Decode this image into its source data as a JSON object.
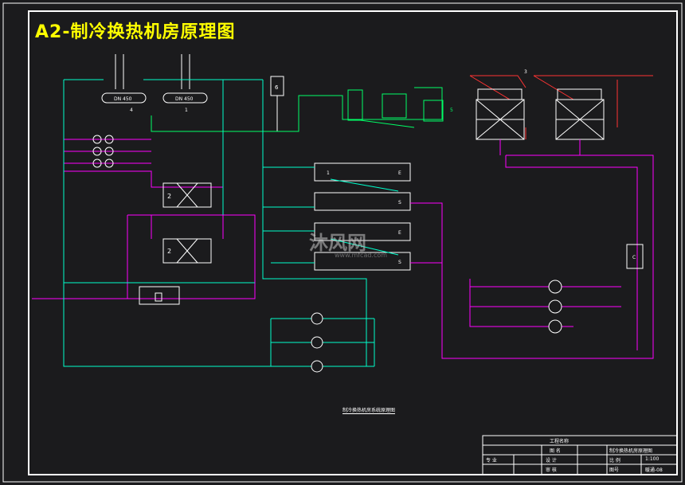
{
  "drawing_title": "A2-制冷换热机房原理图",
  "caption": "制冷换热机房系统原理图",
  "watermark": {
    "text": "沐风网",
    "sub": "www.mfcad.com"
  },
  "equipment": {
    "dn_left": "DN 450",
    "dn_right": "DN 450",
    "tag_4": "4",
    "tag_1": "1",
    "tag_6": "6",
    "tag_5": "5",
    "tag_3": "3",
    "hx_1": "2",
    "hx_2": "2",
    "chiller_1_tag": "1",
    "chiller_1_code": "E",
    "chiller_2_code": "S",
    "chiller_3_code": "E",
    "chiller_4_code": "S",
    "pump_tag": "C"
  },
  "title_block": {
    "project": "工程名称",
    "drawing_label": "图 名",
    "drawing_name": "制冷换热机房原理图",
    "scale_label": "比 例",
    "scale_value": "1:100",
    "major_label": "专 业",
    "designer_label": "设 计",
    "checker_label": "审 核",
    "drawing_no_label": "图号",
    "drawing_no_value": "暖通-08"
  },
  "colors": {
    "background": "#1b1b1d",
    "frame": "#ffffff",
    "title": "#ffff00",
    "supply_pipe": "#ff00ff",
    "return_pipe": "#00ffcc",
    "cooling_tower_pipe": "#ff3333",
    "condenser_equipment": "#00ff66"
  }
}
